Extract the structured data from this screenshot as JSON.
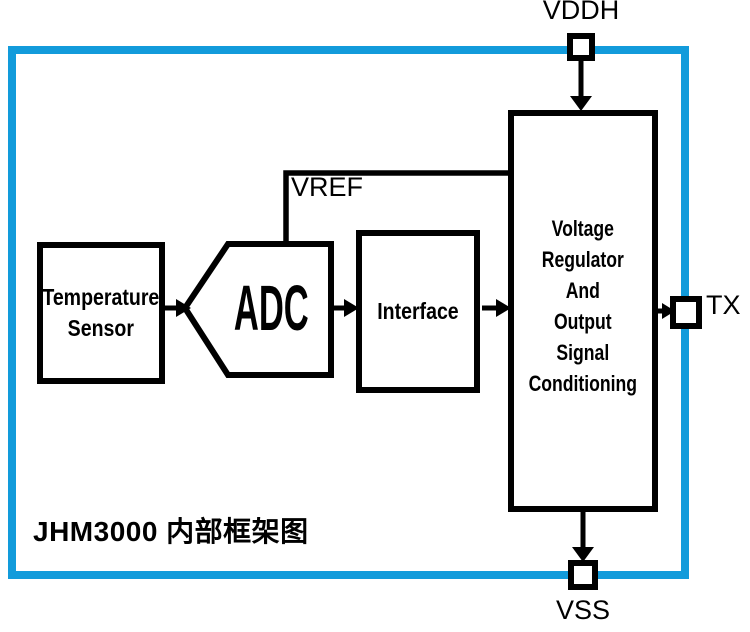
{
  "footer": {
    "title": "JHM3000 内部框架图"
  },
  "colors": {
    "frame_blue": "#129BDB",
    "ink_black": "#000000"
  },
  "blocks": {
    "temperature_sensor": {
      "lines": [
        "Temperature",
        "Sensor"
      ]
    },
    "adc": {
      "label": "ADC"
    },
    "interface": {
      "label": "Interface"
    },
    "voltage_regulator": {
      "lines": [
        "Voltage",
        "Regulator",
        "And",
        "Output",
        "Signal",
        "Conditioning"
      ]
    }
  },
  "pins": {
    "vddh": {
      "label": "VDDH"
    },
    "tx": {
      "label": "TX"
    },
    "vss": {
      "label": "VSS"
    }
  },
  "nets": {
    "vref": {
      "label": "VREF"
    }
  }
}
